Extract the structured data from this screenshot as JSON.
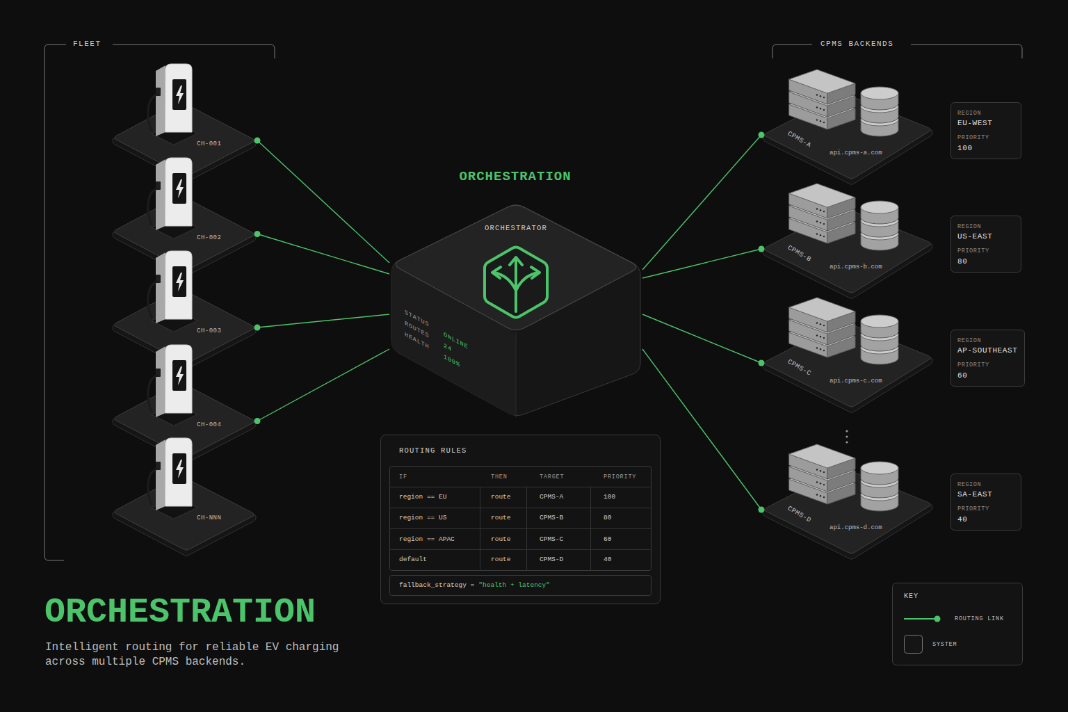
{
  "diagram": {
    "title": "ORCHESTRATION",
    "caption": "Intelligent routing for reliable EV charging across multiple CPMS backends.",
    "nodes": [
      {
        "text": [
          "CH-001"
        ]
      },
      {
        "text": [
          "CH-002"
        ]
      },
      {
        "text": [
          "CH-003"
        ]
      },
      {
        "text": [
          "CH-004"
        ]
      },
      {
        "text": [
          "CH-NNN"
        ]
      },
      {
        "text": [
          "ORCHESTRATOR",
          "STATUS",
          "ROUTES",
          "HEALTH",
          "ONLINE",
          "24",
          "100%"
        ]
      },
      {
        "text": [
          "CPMS-A",
          "api.cpms-a.com"
        ]
      },
      {
        "text": [
          "REGION",
          "EU-WEST",
          "PRIORITY",
          "100"
        ]
      },
      {
        "text": [
          "CPMS-B",
          "api.cpms-b.com"
        ]
      },
      {
        "text": [
          "REGION",
          "US-EAST",
          "PRIORITY",
          "80"
        ]
      },
      {
        "text": [
          "CPMS-C",
          "api.cpms-c.com"
        ]
      },
      {
        "text": [
          "REGION",
          "AP-SOUTHEAST",
          "PRIORITY",
          "60"
        ]
      },
      {
        "text": [
          "CPMS-D",
          "api.cpms-d.com"
        ]
      },
      {
        "text": [
          "REGION",
          "SA-EAST",
          "PRIORITY",
          "40"
        ]
      },
      {
        "text": [
          "ROUTING RULES"
        ]
      },
      {
        "text": [
          "KEY"
        ]
      }
    ],
    "edges": [
      {
        "from": 0,
        "to": 5,
        "arrow": "none"
      },
      {
        "from": 1,
        "to": 5,
        "arrow": "none"
      },
      {
        "from": 2,
        "to": 5,
        "arrow": "none"
      },
      {
        "from": 3,
        "to": 5,
        "arrow": "none"
      },
      {
        "from": 5,
        "to": 6,
        "arrow": "none"
      },
      {
        "from": 5,
        "to": 8,
        "arrow": "none"
      },
      {
        "from": 5,
        "to": 10,
        "arrow": "none"
      },
      {
        "from": 5,
        "to": 12,
        "arrow": "none"
      }
    ],
    "labels": [
      "FLEET",
      "CPMS BACKENDS",
      "ORCHESTRATION",
      "IF",
      "THEN",
      "TARGET",
      "PRIORITY",
      "region == EU",
      "route",
      "CPMS-A",
      "100",
      "region == US",
      "route",
      "CPMS-B",
      "80",
      "region == APAC",
      "route",
      "CPMS-C",
      "60",
      "default",
      "route",
      "CPMS-D",
      "40",
      "fallback_strategy =",
      "\"health + latency\""
    ],
    "legend": [
      {
        "text": "ROUTING LINK"
      },
      {
        "text": "SYSTEM"
      }
    ]
  }
}
